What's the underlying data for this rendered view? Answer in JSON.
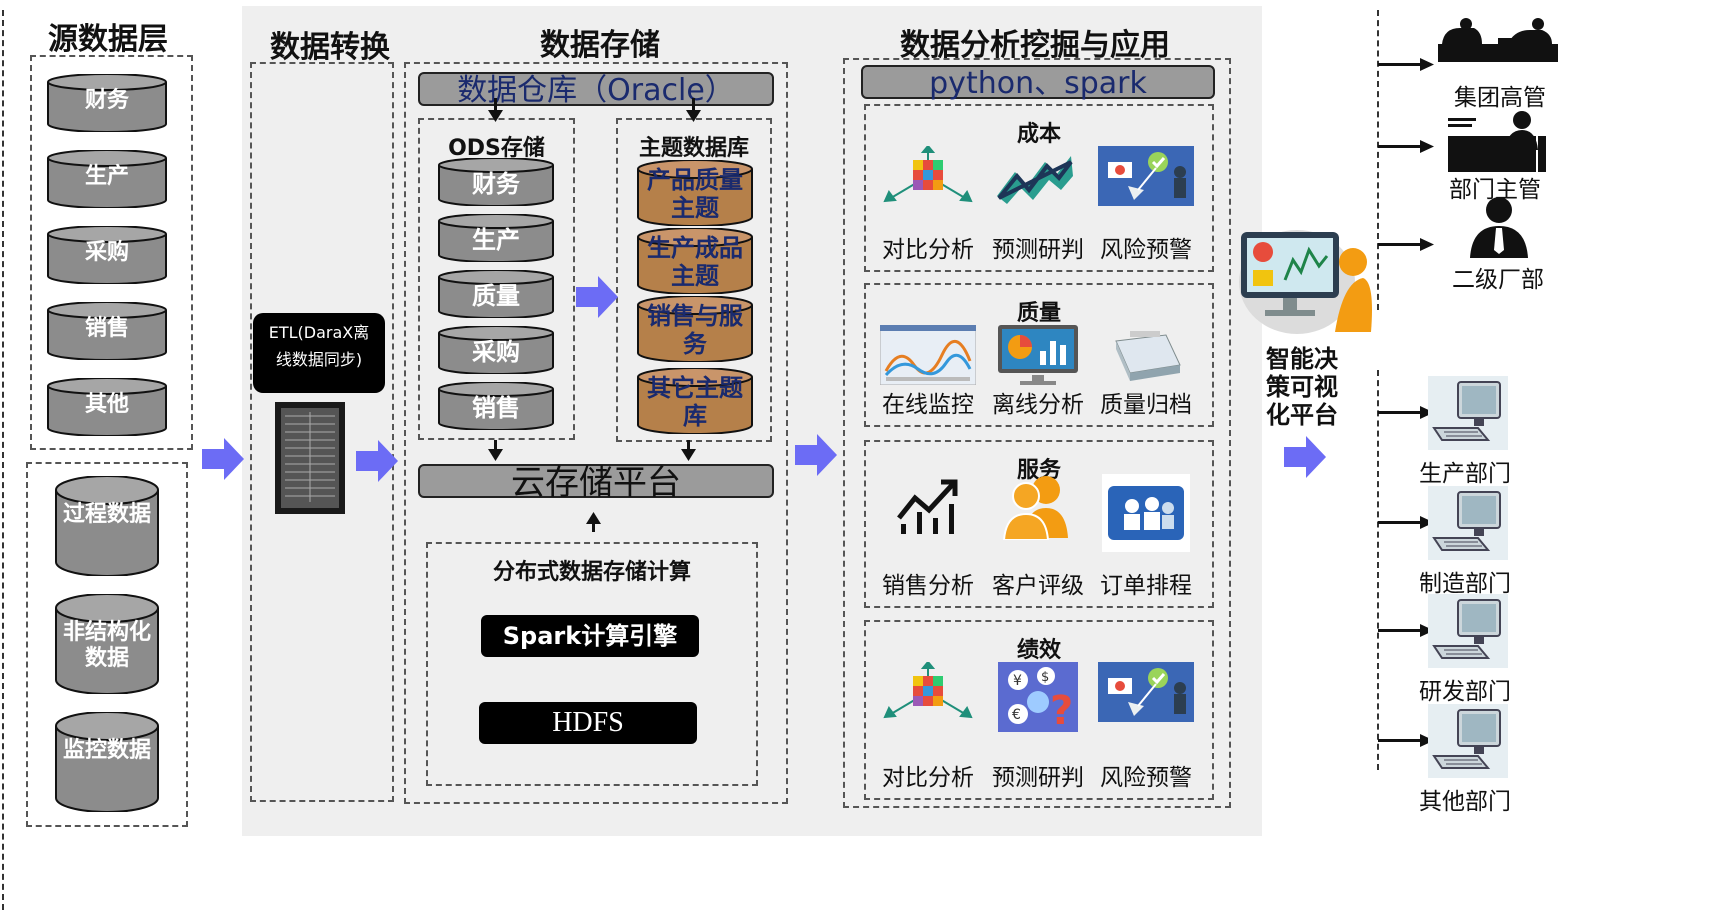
{
  "source": {
    "title": "源数据层",
    "items": [
      "财务",
      "生产",
      "采购",
      "销售",
      "其他"
    ],
    "extra": [
      "过程数据",
      "非结构化数据",
      "监控数据"
    ]
  },
  "transform": {
    "title": "数据转换",
    "etl_label": "ETL(DaraX离线数据同步)"
  },
  "storage": {
    "title": "数据存储",
    "warehouse": "数据仓库（Oracle）",
    "ods": {
      "title": "ODS存储",
      "items": [
        "财务",
        "生产",
        "质量",
        "采购",
        "销售"
      ]
    },
    "theme": {
      "title": "主题数据库",
      "items": [
        "产品质量主题",
        "生产成品主题",
        "销售与服务",
        "其它主题库"
      ]
    },
    "cloud": "云存储平台",
    "dist": {
      "title": "分布式数据存储计算",
      "spark": "Spark计算引擎",
      "hdfs": "HDFS"
    }
  },
  "analysis": {
    "title": "数据分析挖掘与应用",
    "bar": "python、spark",
    "sections": [
      {
        "title": "成本",
        "items": [
          "对比分析",
          "预测研判",
          "风险预警"
        ],
        "icons": [
          "cube-icon",
          "trend-arrow-icon",
          "risk-alert-icon"
        ]
      },
      {
        "title": "质量",
        "items": [
          "在线监控",
          "离线分析",
          "质量归档"
        ],
        "icons": [
          "monitor-chart-icon",
          "display-chart-icon",
          "archive-icon"
        ]
      },
      {
        "title": "服务",
        "items": [
          "销售分析",
          "客户评级",
          "订单排程"
        ],
        "icons": [
          "line-chart-icon",
          "users-icon",
          "team-icon"
        ]
      },
      {
        "title": "绩效",
        "items": [
          "对比分析",
          "预测研判",
          "风险预警"
        ],
        "icons": [
          "cube-icon",
          "question-currency-icon",
          "risk-alert-icon"
        ]
      }
    ]
  },
  "platform": {
    "label": "智能决策可视化平台",
    "icon": "dashboard-person-icon"
  },
  "users": {
    "top": [
      {
        "label": "集团高管",
        "icon": "executive-icon"
      },
      {
        "label": "部门主管",
        "icon": "manager-desk-icon"
      },
      {
        "label": "二级厂部",
        "icon": "person-icon"
      }
    ],
    "bottom": [
      {
        "label": "生产部门",
        "icon": "computer-icon"
      },
      {
        "label": "制造部门",
        "icon": "computer-icon"
      },
      {
        "label": "研发部门",
        "icon": "computer-icon"
      },
      {
        "label": "其他部门",
        "icon": "computer-icon"
      }
    ]
  },
  "colors": {
    "arrow": "#6c6cf5",
    "theme_cylinder": "#b5804a",
    "gray_cylinder": "#8c8c8c",
    "panel_bg": "#f2f2f2"
  }
}
